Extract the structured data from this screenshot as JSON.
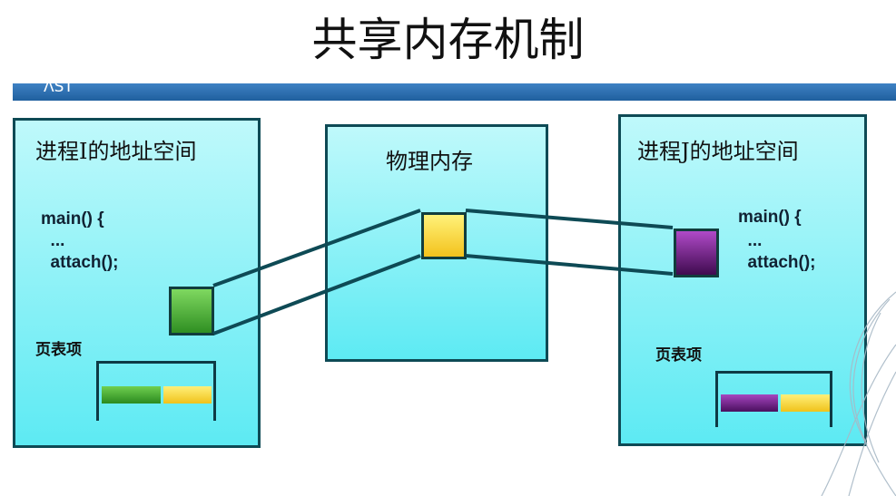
{
  "slide": {
    "title": "共享内存机制",
    "band_text": "ΛST"
  },
  "process_i": {
    "title": "进程I的地址空间",
    "code_lines": [
      "main() {",
      "  ...",
      "  attach();"
    ],
    "page_table_label": "页表项"
  },
  "physical_memory": {
    "title": "物理内存"
  },
  "process_j": {
    "title": "进程J的地址空间",
    "code_lines": [
      "main() {",
      "  ...",
      "  attach();"
    ],
    "page_table_label": "页表项"
  },
  "colors": {
    "panel_fill": "#5deaf3",
    "panel_border": "#0e4a55",
    "band": "#2b6fb0",
    "process_i_page": "#2f8f22",
    "shared_page": "#f3c21c",
    "process_j_page": "#3f0b4f"
  }
}
